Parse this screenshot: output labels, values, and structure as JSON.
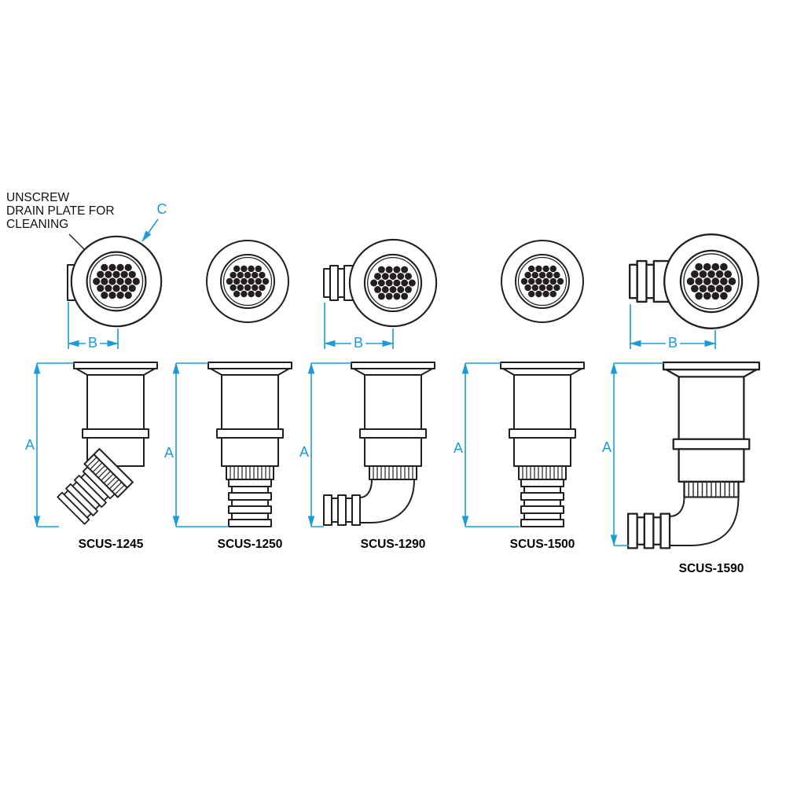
{
  "colors": {
    "line": "#231f20",
    "dimension": "#1b9bd8"
  },
  "note": {
    "lines": [
      "UNSCREW",
      "DRAIN PLATE FOR",
      "CLEANING"
    ]
  },
  "dim_labels": {
    "a": "A",
    "b": "B",
    "c": "C"
  },
  "parts": [
    {
      "label": "SCUS-1245"
    },
    {
      "label": "SCUS-1250"
    },
    {
      "label": "SCUS-1290"
    },
    {
      "label": "SCUS-1500"
    },
    {
      "label": "SCUS-1590"
    }
  ]
}
